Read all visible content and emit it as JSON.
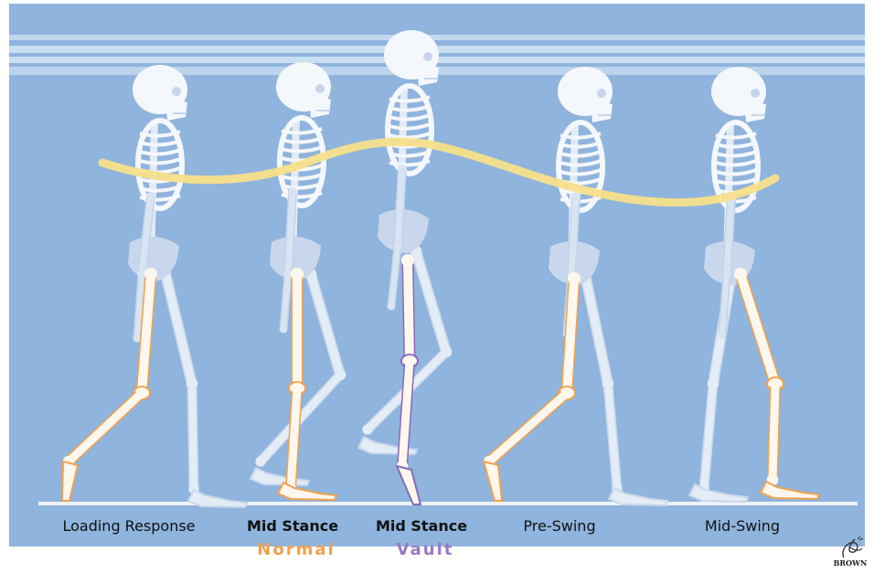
{
  "phases": [
    {
      "name": "Loading Response",
      "bold": false,
      "sub": "",
      "sub_color": ""
    },
    {
      "name": "Mid Stance",
      "bold": true,
      "sub": "Normal",
      "sub_color": "#f5a04a"
    },
    {
      "name": "Mid Stance",
      "bold": true,
      "sub": "Vault",
      "sub_color": "#9b78c4"
    },
    {
      "name": "Pre-Swing",
      "bold": false,
      "sub": "",
      "sub_color": ""
    },
    {
      "name": "Mid-Swing",
      "bold": false,
      "sub": "",
      "sub_color": ""
    }
  ],
  "logo": {
    "text": "BROWN"
  },
  "colors": {
    "background": "#8fb4dd",
    "bone": "#f4f7fb",
    "faint_bone": "#c9d7ec",
    "highlight_leg": "#f2a24c",
    "vault_leg": "#8a6bb8",
    "com_curve": "#f8e08a",
    "floor": "#eef3f9"
  }
}
